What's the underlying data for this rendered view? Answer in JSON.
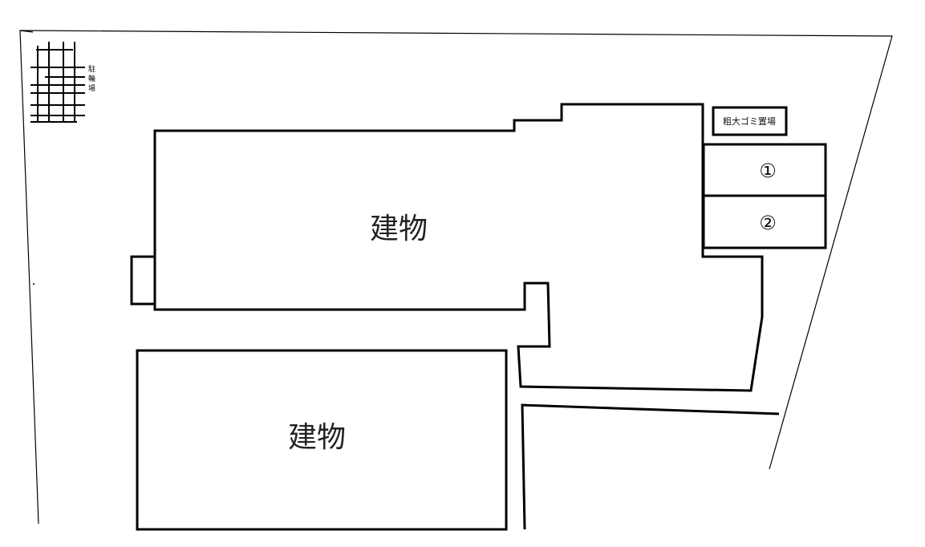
{
  "map": {
    "buildings": [
      {
        "label": "建物"
      },
      {
        "label": "建物"
      }
    ],
    "bulky_waste_area": {
      "label": "粗大ゴミ置場"
    },
    "parking_slots": [
      {
        "label": "①"
      },
      {
        "label": "②"
      }
    ],
    "bicycle_parking": {
      "label": "駐輪場",
      "chars": [
        "駐",
        "輪",
        "場"
      ]
    }
  }
}
